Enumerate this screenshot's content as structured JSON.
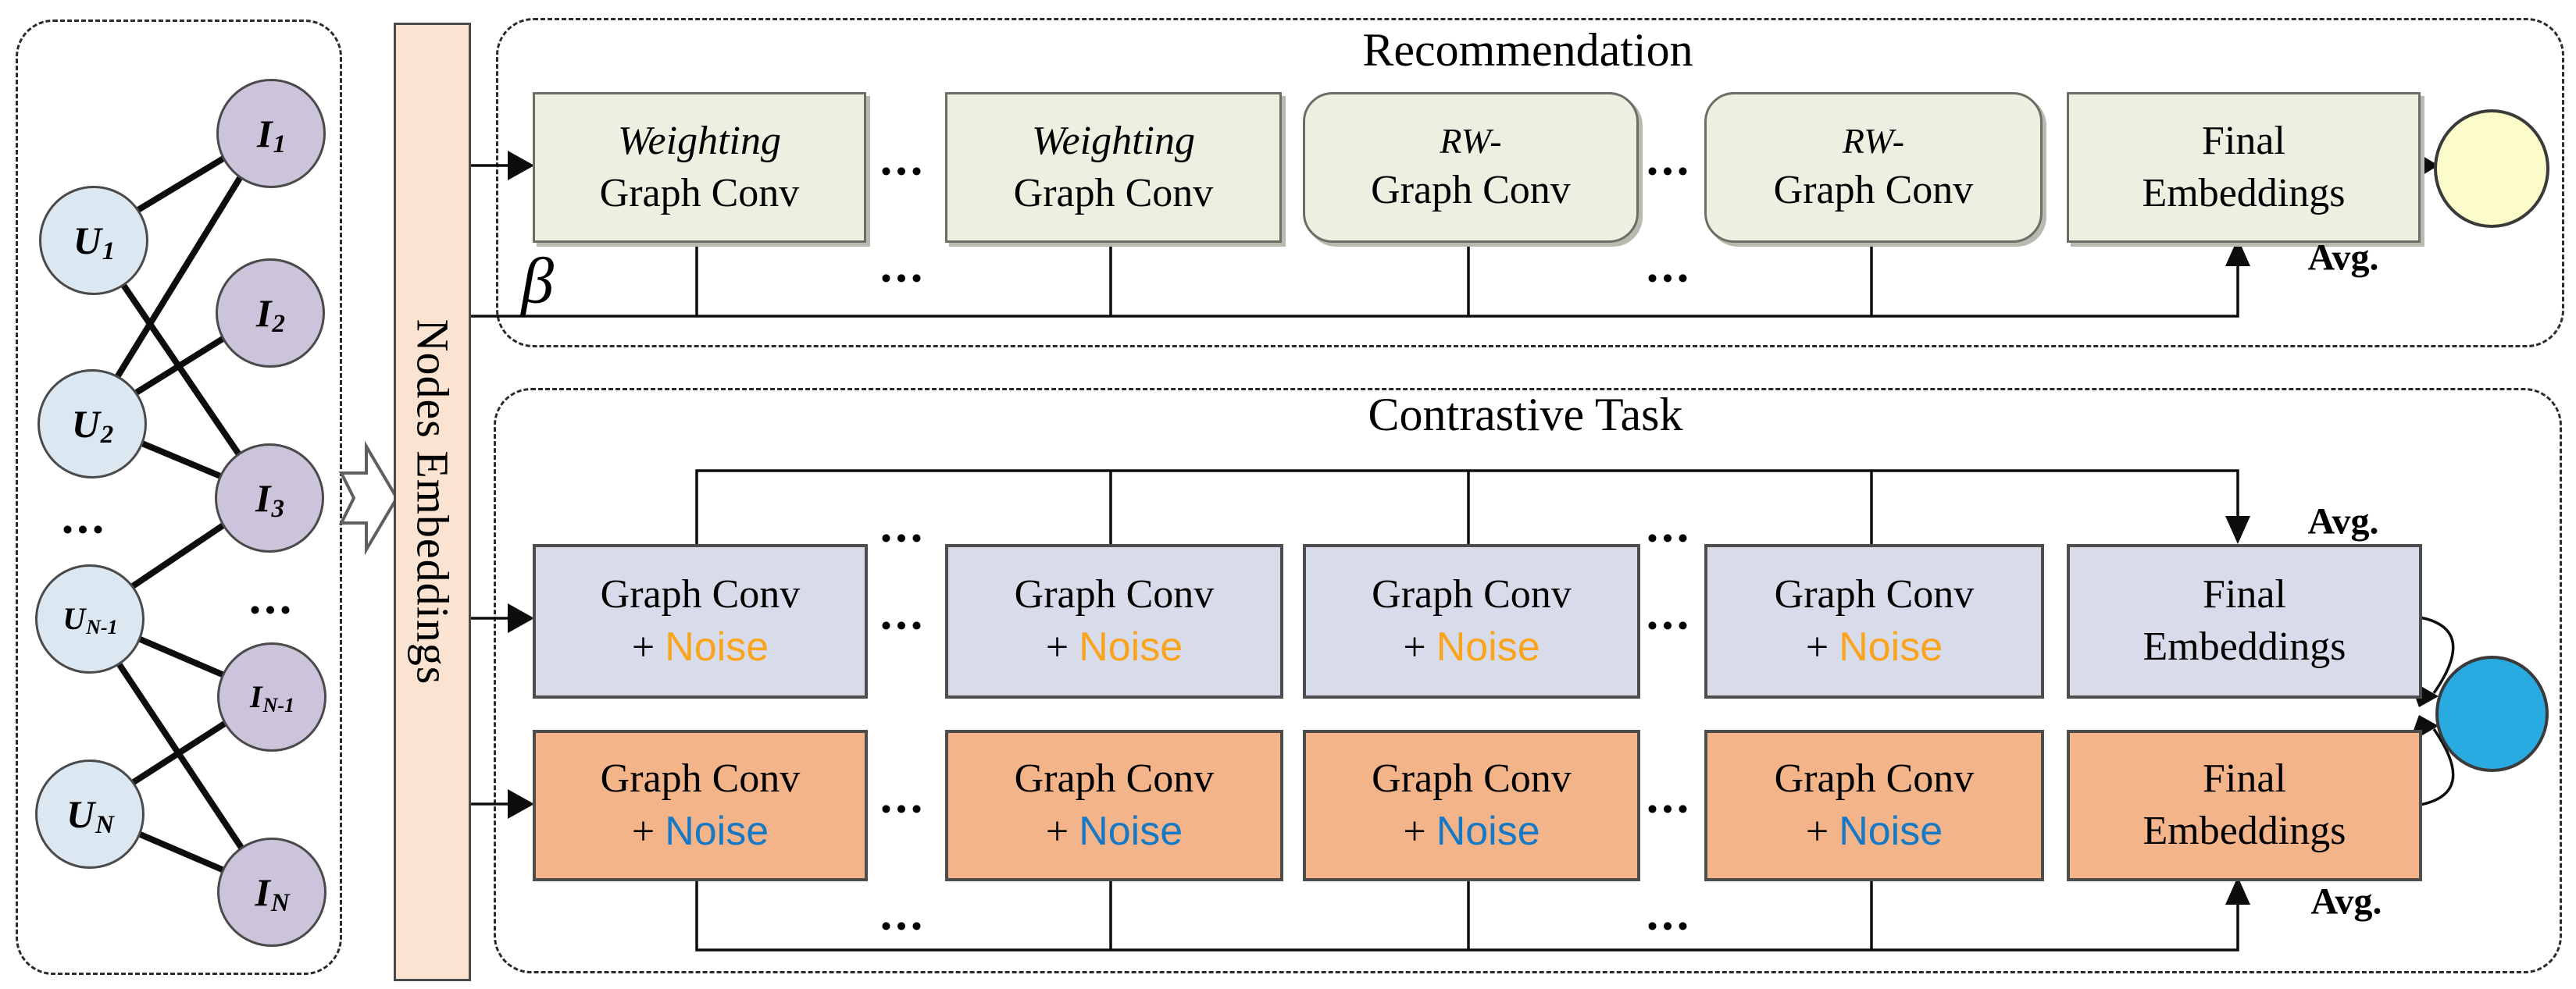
{
  "figure": {
    "type": "architecture-diagram",
    "description": "Bipartite user-item graph feeding node embeddings into a recommendation branch and a contrastive task branch"
  },
  "graph": {
    "users": [
      {
        "main": "U",
        "sub": "1"
      },
      {
        "main": "U",
        "sub": "2"
      },
      {
        "main": "U",
        "sub": "N-1"
      },
      {
        "main": "U",
        "sub": "N"
      }
    ],
    "items": [
      {
        "main": "I",
        "sub": "1"
      },
      {
        "main": "I",
        "sub": "2"
      },
      {
        "main": "I",
        "sub": "3"
      },
      {
        "main": "I",
        "sub": "N-1"
      },
      {
        "main": "I",
        "sub": "N"
      }
    ],
    "users_ellipsis": "...",
    "items_ellipsis": "..."
  },
  "embeddings_bar": {
    "label": "Nodes Embeddings"
  },
  "recommendation": {
    "title": "Recommendation",
    "beta": "β",
    "avg": "Avg.",
    "ellipsis": "...",
    "boxes": [
      {
        "line1": "Weighting",
        "line2": "Graph Conv"
      },
      {
        "line1": "Weighting",
        "line2": "Graph Conv"
      },
      {
        "line1": "RW-",
        "line2": "Graph Conv"
      },
      {
        "line1": "RW-",
        "line2": "Graph Conv"
      },
      {
        "line1": "Final",
        "line2": "Embeddings"
      }
    ]
  },
  "contrastive": {
    "title": "Contrastive Task",
    "avg_top": "Avg.",
    "avg_bottom": "Avg.",
    "ellipsis": "...",
    "row1": {
      "boxes": [
        {
          "line1": "Graph Conv",
          "plus": "+ ",
          "noise": "Noise"
        },
        {
          "line1": "Graph Conv",
          "plus": "+ ",
          "noise": "Noise"
        },
        {
          "line1": "Graph Conv",
          "plus": "+ ",
          "noise": "Noise"
        },
        {
          "line1": "Graph Conv",
          "plus": "+ ",
          "noise": "Noise"
        }
      ],
      "final": {
        "line1": "Final",
        "line2": "Embeddings"
      }
    },
    "row2": {
      "boxes": [
        {
          "line1": "Graph Conv",
          "plus": "+ ",
          "noise": "Noise"
        },
        {
          "line1": "Graph Conv",
          "plus": "+ ",
          "noise": "Noise"
        },
        {
          "line1": "Graph Conv",
          "plus": "+ ",
          "noise": "Noise"
        },
        {
          "line1": "Graph Conv",
          "plus": "+ ",
          "noise": "Noise"
        }
      ],
      "final": {
        "line1": "Final",
        "line2": "Embeddings"
      }
    }
  },
  "colors": {
    "user_node": "#dbe7f1",
    "item_node": "#ccc4db",
    "bar_fill": "#fbe3d2",
    "rec_box_fill": "#edefe1",
    "lavender_box_fill": "#d8dbea",
    "orange_box_fill": "#f2b488",
    "noise_orange": "#faa41c",
    "noise_blue": "#1779c5",
    "output_yellow": "#fcfccb",
    "output_blue": "#29abe2"
  }
}
